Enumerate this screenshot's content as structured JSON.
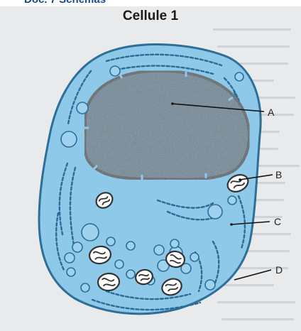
{
  "banner_text": "Doc. 7 Schémas",
  "title": "Cellule 1",
  "labels": [
    {
      "id": "A",
      "text": "A"
    },
    {
      "id": "B",
      "text": "B"
    },
    {
      "id": "C",
      "text": "C"
    },
    {
      "id": "D",
      "text": "D"
    }
  ],
  "colors": {
    "cytoplasm": "#8ec9ea",
    "membrane": "#2e6f97",
    "nucleus": "#5d7d90",
    "nuclear_envelope": "#3a4a55",
    "vesicle": "#9ed2ef",
    "mitochondria_outline": "#333333"
  }
}
